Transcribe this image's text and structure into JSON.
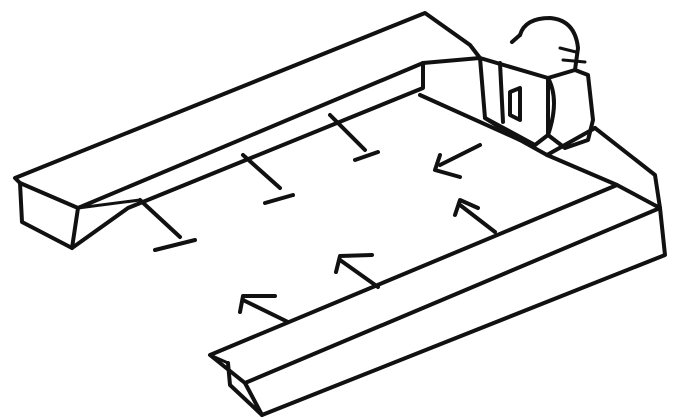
{
  "drawing": {
    "style": "hand-drawn black ink sketch on white",
    "ink_color": "#111111",
    "background_color": "#ffffff",
    "parts": [
      "left-wall",
      "front-wall",
      "right-end-block",
      "machine",
      "floor-arrows"
    ]
  }
}
